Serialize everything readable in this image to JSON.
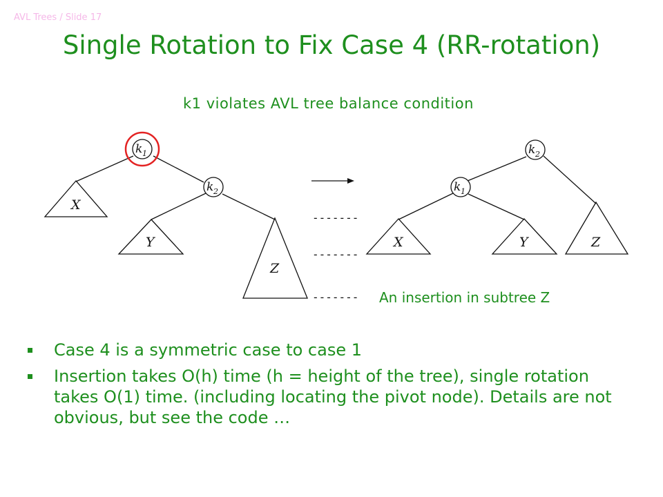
{
  "slide_label": "AVL Trees / Slide 17",
  "title": "Single Rotation to Fix Case 4 (RR-rotation)",
  "caption_violation": "k1 violates AVL tree balance condition",
  "caption_insertion": "An insertion in subtree Z",
  "diagram": {
    "before": {
      "node_k1": "k",
      "node_k1_sub": "1",
      "node_k2": "k",
      "node_k2_sub": "2",
      "subtree_x": "X",
      "subtree_y": "Y",
      "subtree_z": "Z"
    },
    "after": {
      "node_k2": "k",
      "node_k2_sub": "2",
      "node_k1": "k",
      "node_k1_sub": "1",
      "subtree_x": "X",
      "subtree_y": "Y",
      "subtree_z": "Z"
    },
    "dash": "-------"
  },
  "bullets": [
    "Case 4 is a symmetric case to case 1",
    "Insertion takes O(h) time (h = height of the tree), single rotation takes O(1) time. (including locating the pivot node). Details are not obvious, but see the code …"
  ],
  "colors": {
    "text": "#1e8f1e",
    "highlight": "#e32222",
    "label": "#f5b8e8"
  }
}
